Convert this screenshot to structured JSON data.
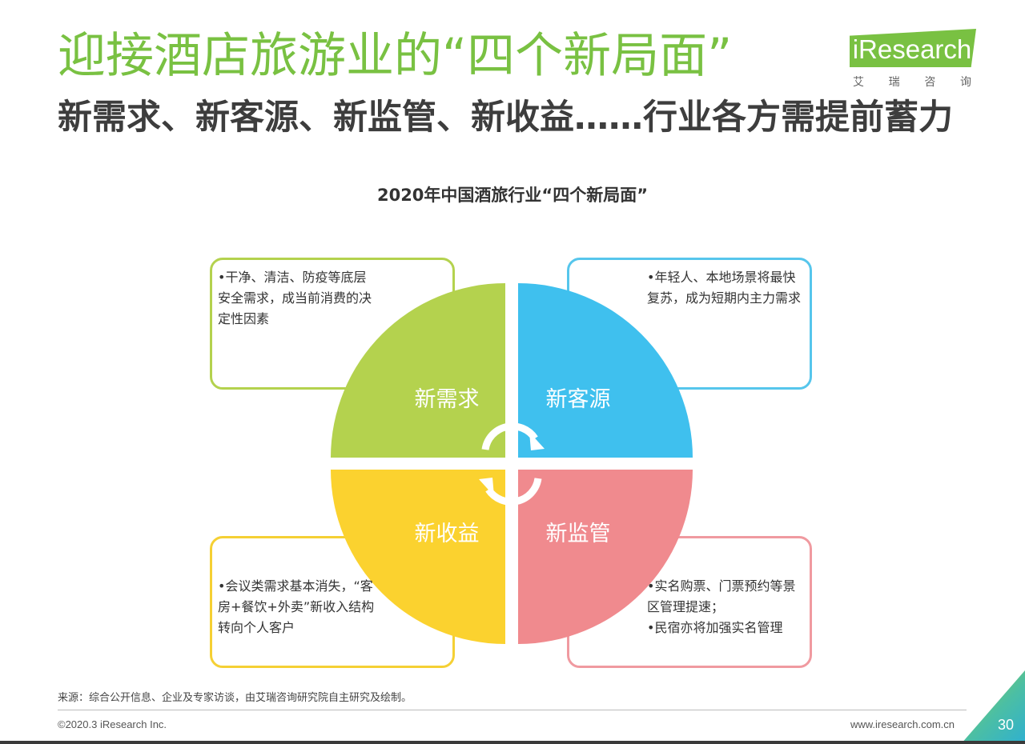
{
  "header": {
    "title": "迎接酒店旅游业的“四个新局面”",
    "subtitle": "新需求、新客源、新监管、新收益……行业各方需提前蓄力"
  },
  "logo": {
    "text": "iResearch",
    "cn_chars": [
      "艾",
      "瑞",
      "咨",
      "询"
    ]
  },
  "diagram": {
    "title": "2020年中国酒旅行业“四个新局面”",
    "quadrants": {
      "top_left": {
        "label": "新需求",
        "color": "#b4d24e",
        "bullets": [
          "•干净、清洁、防疫等底层安全需求，成当前消费的决定性因素"
        ]
      },
      "top_right": {
        "label": "新客源",
        "color": "#3fc0ee",
        "bullets": [
          "•年轻人、本地场景将最快复苏，成为短期内主力需求"
        ]
      },
      "bottom_left": {
        "label": "新收益",
        "color": "#fbd22f",
        "bullets": [
          "•会议类需求基本消失，“客房+餐饮+外卖”新收入结构转向个人客户"
        ]
      },
      "bottom_right": {
        "label": "新监管",
        "color": "#f08a8e",
        "bullets": [
          "•实名购票、门票预约等景区管理提速；",
          "•民宿亦将加强实名管理"
        ]
      }
    }
  },
  "footer": {
    "source": "来源：综合公开信息、企业及专家访谈，由艾瑞咨询研究院自主研究及绘制。",
    "copyright": "©2020.3 iResearch Inc.",
    "website": "www.iresearch.com.cn",
    "page_number": "30"
  }
}
